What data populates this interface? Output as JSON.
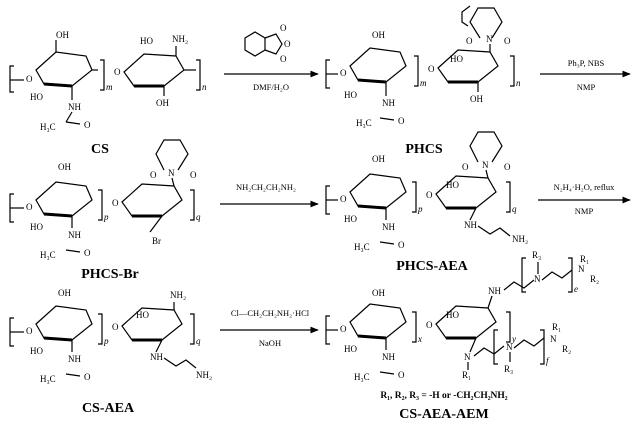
{
  "compounds": {
    "cs": "CS",
    "phcs": "PHCS",
    "phcs_br": "PHCS-Br",
    "phcs_aea": "PHCS-AEA",
    "cs_aea": "CS-AEA",
    "cs_aea_aem": "CS-AEA-AEM"
  },
  "reactions": {
    "r1_above": "",
    "r1_below": "DMF/H₂O",
    "r2_above": "Ph₃P, NBS",
    "r2_below": "NMP",
    "r3_above": "NH₂CH₂CH₂NH₂",
    "r3_below": "",
    "r4_above": "N₂H₄·H₂O, reflux",
    "r4_below": "NMP",
    "r5_above": "Cl—CH₂CH₂NH₂·HCl",
    "r5_below": "NaOH"
  },
  "substituent_note": "R₁, R₂, R₃ = -H or -CH₂CH₂NH₂",
  "atoms": {
    "oh": "OH",
    "ho": "HO",
    "nh2": "NH₂",
    "nh": "NH",
    "o": "O",
    "n": "N",
    "br": "Br",
    "h3c": "H₃C",
    "r1": "R₁",
    "r2": "R₂",
    "r3": "R₃"
  },
  "subscripts": {
    "m": "m",
    "n": "n",
    "p": "p",
    "q": "q",
    "x": "x",
    "y": "y",
    "e": "e",
    "f": "f"
  }
}
